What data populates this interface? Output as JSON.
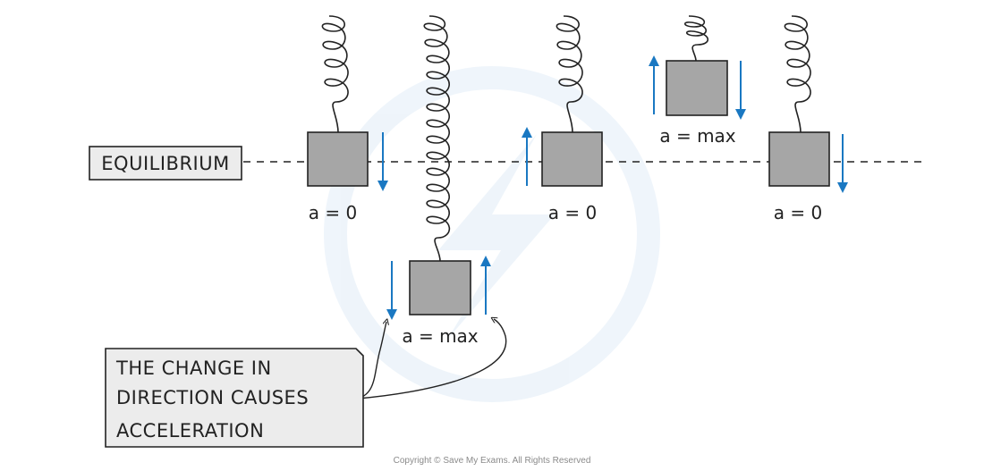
{
  "equilibrium_label": "EQUILIBRIUM",
  "masses": [
    {
      "id": "mass-1",
      "label": "a = 0"
    },
    {
      "id": "mass-2",
      "label": "a = max"
    },
    {
      "id": "mass-3",
      "label": "a = 0"
    },
    {
      "id": "mass-4",
      "label": "a = max"
    },
    {
      "id": "mass-5",
      "label": "a = 0"
    }
  ],
  "note": {
    "lines": [
      "THE CHANGE IN",
      "DIRECTION CAUSES",
      "ACCELERATION"
    ]
  },
  "copyright": "Copyright © Save My Exams. All Rights Reserved",
  "colors": {
    "arrow": "#1a78c2",
    "mass_fill": "#a6a6a6",
    "label_box_fill": "#ececec",
    "outline": "#222222"
  }
}
